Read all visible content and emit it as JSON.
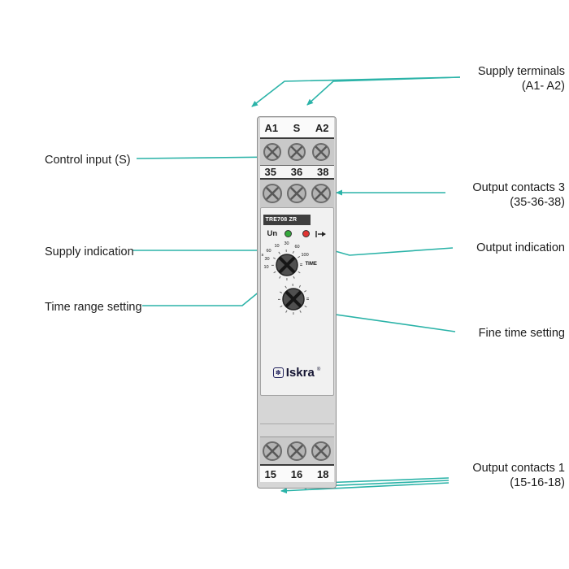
{
  "callouts": {
    "supply_terminals": {
      "line1": "Supply terminals",
      "line2": "(A1- A2)"
    },
    "control_input": {
      "label": "Control input (S)"
    },
    "output_contacts_3": {
      "line1": "Output contacts 3",
      "line2": "(35-36-38)"
    },
    "supply_indication": {
      "label": "Supply indication"
    },
    "output_indication": {
      "label": "Output indication"
    },
    "time_range": {
      "label": "Time range setting"
    },
    "fine_time": {
      "label": "Fine time setting"
    },
    "output_contacts_1": {
      "line1": "Output contacts 1",
      "line2": "(15-16-18)"
    }
  },
  "device": {
    "model": "TRE708 ZR",
    "brand": "Iskra",
    "top_terminals": [
      "A1",
      "S",
      "A2"
    ],
    "mid_terminals": [
      "35",
      "36",
      "38"
    ],
    "bottom_terminals": [
      "15",
      "16",
      "18"
    ],
    "un_label": "Un",
    "dial_range": {
      "unit_label": "s",
      "left_labels": [
        "60",
        "30",
        "10"
      ],
      "top_labels": [
        "10",
        "30",
        "60"
      ],
      "right_label": "100",
      "time_label": "TIME"
    }
  },
  "icons": {
    "flower": "✽",
    "registered": "®"
  },
  "colors": {
    "accent": "#2BB3A8",
    "led_green": "#35A93C",
    "led_red": "#E03432",
    "body_gray": "#D6D6D6"
  }
}
